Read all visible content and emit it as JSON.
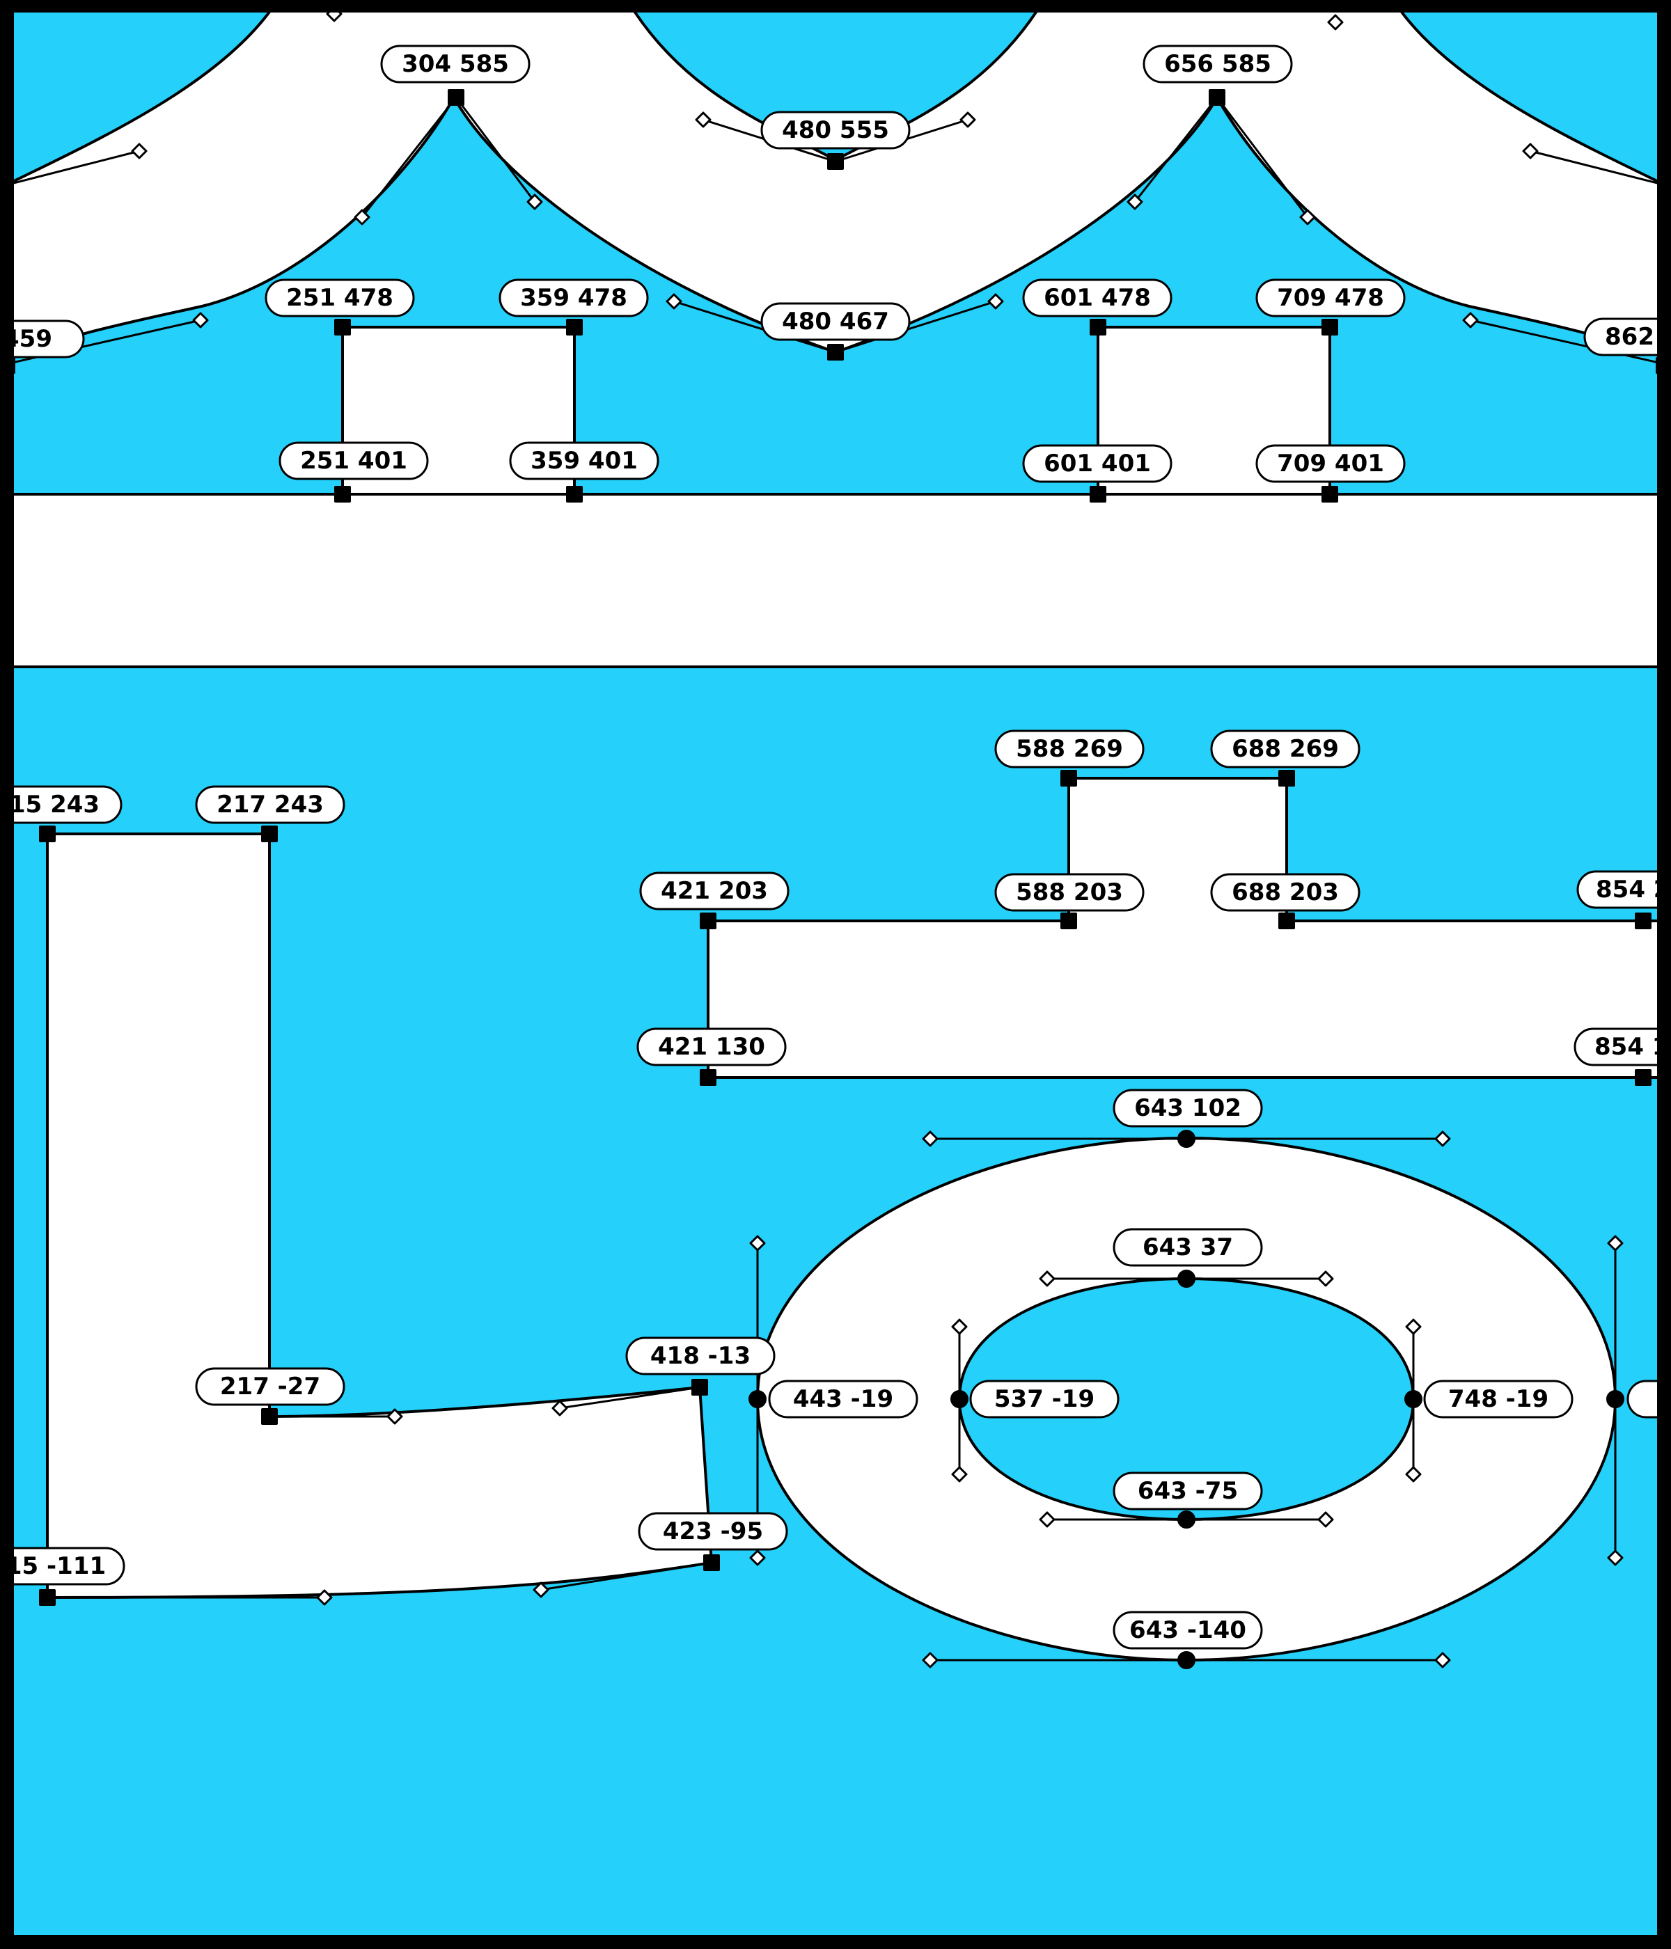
{
  "colors": {
    "background": "#25d1fb",
    "fill": "#ffffff",
    "stroke": "#000000",
    "frame": "#000000"
  },
  "labels": [
    {
      "id": "lbl-304-585",
      "text": "304 585"
    },
    {
      "id": "lbl-656-585",
      "text": "656 585"
    },
    {
      "id": "lbl-480-555",
      "text": "480 555"
    },
    {
      "id": "lbl-251-478",
      "text": "251 478"
    },
    {
      "id": "lbl-359-478",
      "text": "359 478"
    },
    {
      "id": "lbl-480-467",
      "text": "480 467"
    },
    {
      "id": "lbl-601-478",
      "text": "601 478"
    },
    {
      "id": "lbl-709-478",
      "text": "709 478"
    },
    {
      "id": "lbl-459",
      "text": "459"
    },
    {
      "id": "lbl-862",
      "text": "862"
    },
    {
      "id": "lbl-251-401",
      "text": "251 401"
    },
    {
      "id": "lbl-359-401",
      "text": "359 401"
    },
    {
      "id": "lbl-601-401",
      "text": "601 401"
    },
    {
      "id": "lbl-709-401",
      "text": "709 401"
    },
    {
      "id": "lbl-588-269",
      "text": "588 269"
    },
    {
      "id": "lbl-688-269",
      "text": "688 269"
    },
    {
      "id": "lbl-15-243",
      "text": "15 243"
    },
    {
      "id": "lbl-217-243",
      "text": "217 243"
    },
    {
      "id": "lbl-421-203",
      "text": "421 203"
    },
    {
      "id": "lbl-588-203",
      "text": "588 203"
    },
    {
      "id": "lbl-688-203",
      "text": "688 203"
    },
    {
      "id": "lbl-854-2",
      "text": "854 2"
    },
    {
      "id": "lbl-421-130",
      "text": "421 130"
    },
    {
      "id": "lbl-854-1",
      "text": "854 1"
    },
    {
      "id": "lbl-643-102",
      "text": "643 102"
    },
    {
      "id": "lbl-643-37",
      "text": "643 37"
    },
    {
      "id": "lbl-418--13",
      "text": "418 -13"
    },
    {
      "id": "lbl-217--27",
      "text": "217 -27"
    },
    {
      "id": "lbl-443--19",
      "text": "443 -19"
    },
    {
      "id": "lbl-537--19",
      "text": "537 -19"
    },
    {
      "id": "lbl-748--19",
      "text": "748 -19"
    },
    {
      "id": "lbl-643--75",
      "text": "643 -75"
    },
    {
      "id": "lbl-423--95",
      "text": "423 -95"
    },
    {
      "id": "lbl-15--111",
      "text": "15 -111"
    },
    {
      "id": "lbl-643--140",
      "text": "643 -140"
    }
  ]
}
